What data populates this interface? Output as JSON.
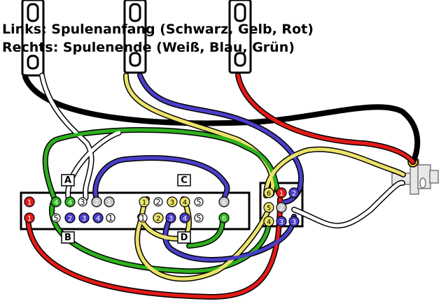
{
  "captions": {
    "line1": "Links: Spulenanfang (Schwarz, Gelb, Rot)",
    "line2": "Rechts: Spulenende (Weiß, Blau, Grün)"
  },
  "sections": {
    "a": "A",
    "b": "B",
    "c": "C",
    "d": "D"
  },
  "labels": {
    "a3": "3",
    "b5": "5",
    "b1": "1",
    "c2": "2",
    "c5": "5",
    "d1": "1",
    "d5": "5"
  },
  "terminals": {
    "red1": "1",
    "red2": "1",
    "green1": "4",
    "green2": "4",
    "a_white1": "2",
    "a_white2": "1",
    "a_blue1": "2",
    "a_blue2": "3",
    "a_blue3": "4",
    "c_yellow1": "1",
    "c_yellow3": "3",
    "c_yellow4": "4",
    "d_yellow2": "2",
    "d_blue3": "3",
    "d_blue4": "4",
    "white_col": "6",
    "green_col": "6",
    "p_yellow1": "6",
    "p_yellow2": "5",
    "p_yellow3": "4",
    "p_red": "1",
    "p_white": "2",
    "p_blue1": "3",
    "p_blue2": "2",
    "p_blue3": "3"
  },
  "colors": {
    "black": "#000000",
    "white": "#ffffff",
    "red": "#e41b17",
    "yellow": "#ece36a",
    "blue": "#4a3fc8",
    "green": "#2fb01f",
    "grey": "#c8c8c8"
  }
}
